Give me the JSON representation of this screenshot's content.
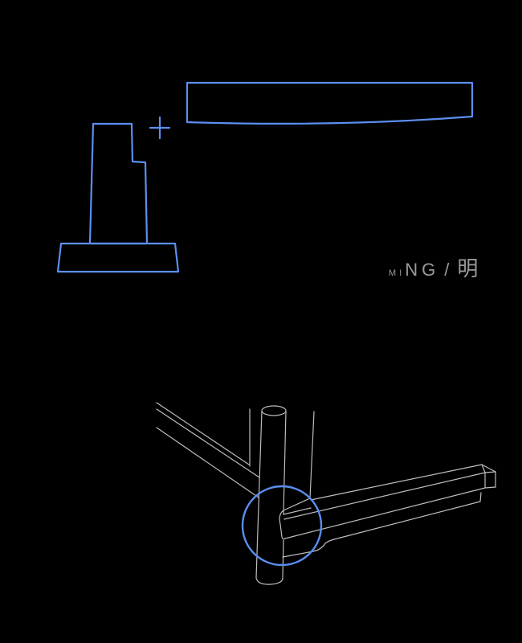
{
  "title": {
    "latin_small": "MI",
    "latin_big": "NG",
    "separator": "/",
    "cjk": "明"
  },
  "colors": {
    "background": "#000000",
    "accent_outline": "#5b8ff0",
    "line_gray": "#bdbdbd",
    "title_text": "#9a9a9a"
  },
  "diagram": {
    "parts": [
      {
        "name": "post-with-base",
        "style": "blue-outline"
      },
      {
        "name": "plus-sign",
        "style": "blue-outline"
      },
      {
        "name": "curved-beam",
        "style": "blue-outline"
      },
      {
        "name": "joint-assembly-isometric",
        "style": "gray-linework"
      },
      {
        "name": "joint-highlight-circle",
        "style": "blue-outline"
      }
    ]
  }
}
